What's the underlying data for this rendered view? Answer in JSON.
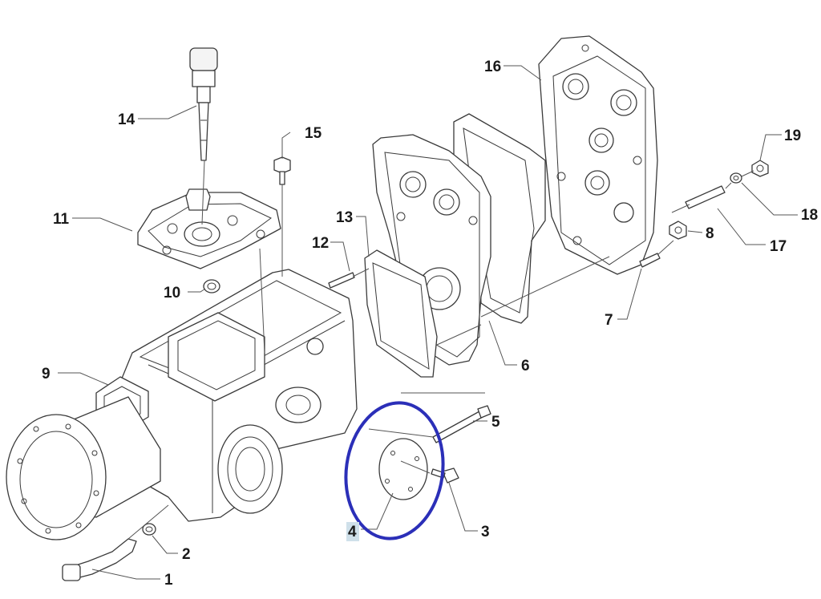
{
  "diagram": {
    "highlight": {
      "part": "4",
      "ring_color": "#2b2fb8",
      "label_bg": "#cfe0ea"
    },
    "callouts": [
      {
        "id": "1",
        "label": "1"
      },
      {
        "id": "2",
        "label": "2"
      },
      {
        "id": "3",
        "label": "3"
      },
      {
        "id": "4",
        "label": "4"
      },
      {
        "id": "5",
        "label": "5"
      },
      {
        "id": "6",
        "label": "6"
      },
      {
        "id": "7",
        "label": "7"
      },
      {
        "id": "8",
        "label": "8"
      },
      {
        "id": "9",
        "label": "9"
      },
      {
        "id": "10",
        "label": "10"
      },
      {
        "id": "11",
        "label": "11"
      },
      {
        "id": "12",
        "label": "12"
      },
      {
        "id": "13",
        "label": "13"
      },
      {
        "id": "14",
        "label": "14"
      },
      {
        "id": "15",
        "label": "15"
      },
      {
        "id": "16",
        "label": "16"
      },
      {
        "id": "17",
        "label": "17"
      },
      {
        "id": "18",
        "label": "18"
      },
      {
        "id": "19",
        "label": "19"
      }
    ]
  }
}
